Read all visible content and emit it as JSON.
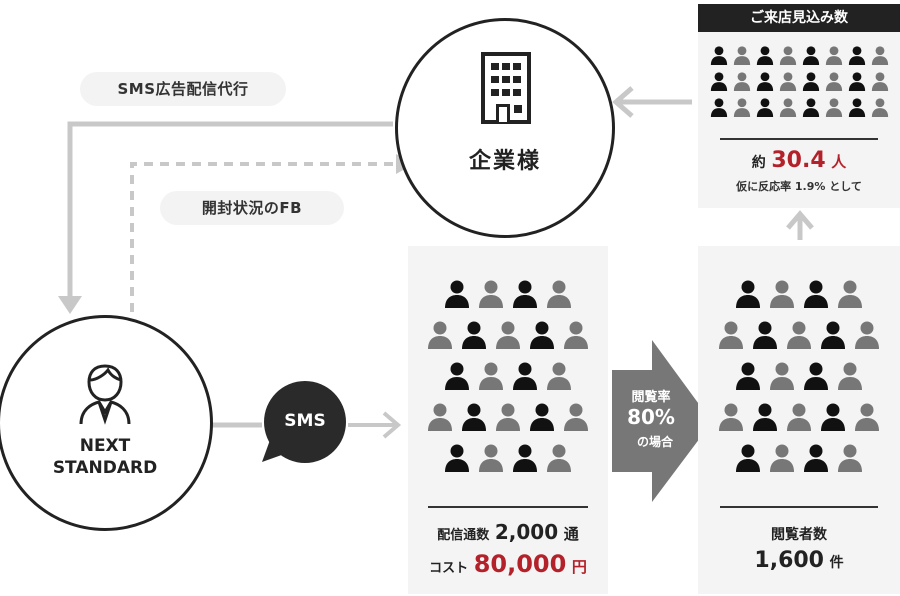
{
  "labels": {
    "sms_ad": "SMS広告配信代行",
    "feedback": "開封状況のFB",
    "client": "企業様",
    "company_line1": "NEXT",
    "company_line2": "STANDARD",
    "sms_bubble": "SMS"
  },
  "delivery": {
    "count_label": "配信通数",
    "count_value": "2,000",
    "count_unit": "通",
    "cost_label": "コスト",
    "cost_value": "80,000",
    "cost_unit": "円"
  },
  "open_rate": {
    "label": "閲覧率",
    "value": "80%",
    "case": "の場合"
  },
  "viewers": {
    "label": "閲覧者数",
    "value": "1,600",
    "unit": "件"
  },
  "visitors": {
    "header": "ご来店見込み数",
    "approx": "約",
    "value": "30.4",
    "unit": "人",
    "note": "仮に反応率 1.9% として"
  },
  "colors": {
    "dark": "#111111",
    "gray": "#777777",
    "arrow_gray": "#cfcfcf",
    "accent": "#b3222a",
    "panel": "#f4f4f4"
  },
  "people_patterns": {
    "delivery": [
      [
        1,
        0,
        1,
        0
      ],
      [
        0,
        1,
        0,
        1,
        0
      ],
      [
        1,
        0,
        1,
        0
      ],
      [
        0,
        1,
        0,
        1,
        0
      ],
      [
        1,
        0,
        1,
        0
      ]
    ],
    "viewers": [
      [
        1,
        0,
        1,
        0
      ],
      [
        0,
        1,
        0,
        1,
        0
      ],
      [
        1,
        0,
        1,
        0
      ],
      [
        0,
        1,
        0,
        1,
        0
      ],
      [
        1,
        0,
        1,
        0
      ]
    ],
    "visitors": [
      [
        1,
        0,
        1,
        0,
        1,
        0,
        1,
        0
      ],
      [
        1,
        0,
        1,
        0,
        1,
        0,
        1,
        0
      ],
      [
        1,
        0,
        1,
        0,
        1,
        0,
        1,
        0
      ]
    ]
  }
}
